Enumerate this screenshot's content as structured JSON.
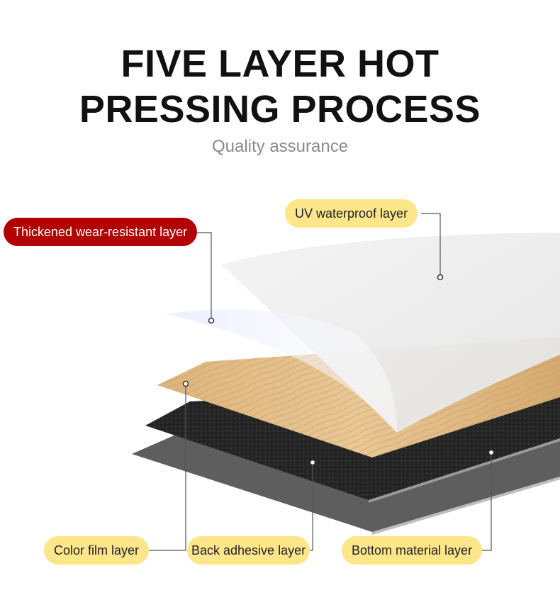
{
  "header": {
    "title_line1": "FIVE LAYER HOT",
    "title_line2": "PRESSING PROCESS",
    "subtitle": "Quality assurance"
  },
  "labels": {
    "wear_layer": "Thickened wear-resistant layer",
    "uv_layer": "UV waterproof layer",
    "color_film": "Color film layer",
    "back_adhesive": "Back adhesive layer",
    "bottom_material": "Bottom material layer"
  },
  "colors": {
    "label_yellow": "#fde58a",
    "label_red": "#b30000",
    "wood": "#d9b47e",
    "adhesive": "#2a2a2a",
    "bottom": "#5e5e5e"
  }
}
